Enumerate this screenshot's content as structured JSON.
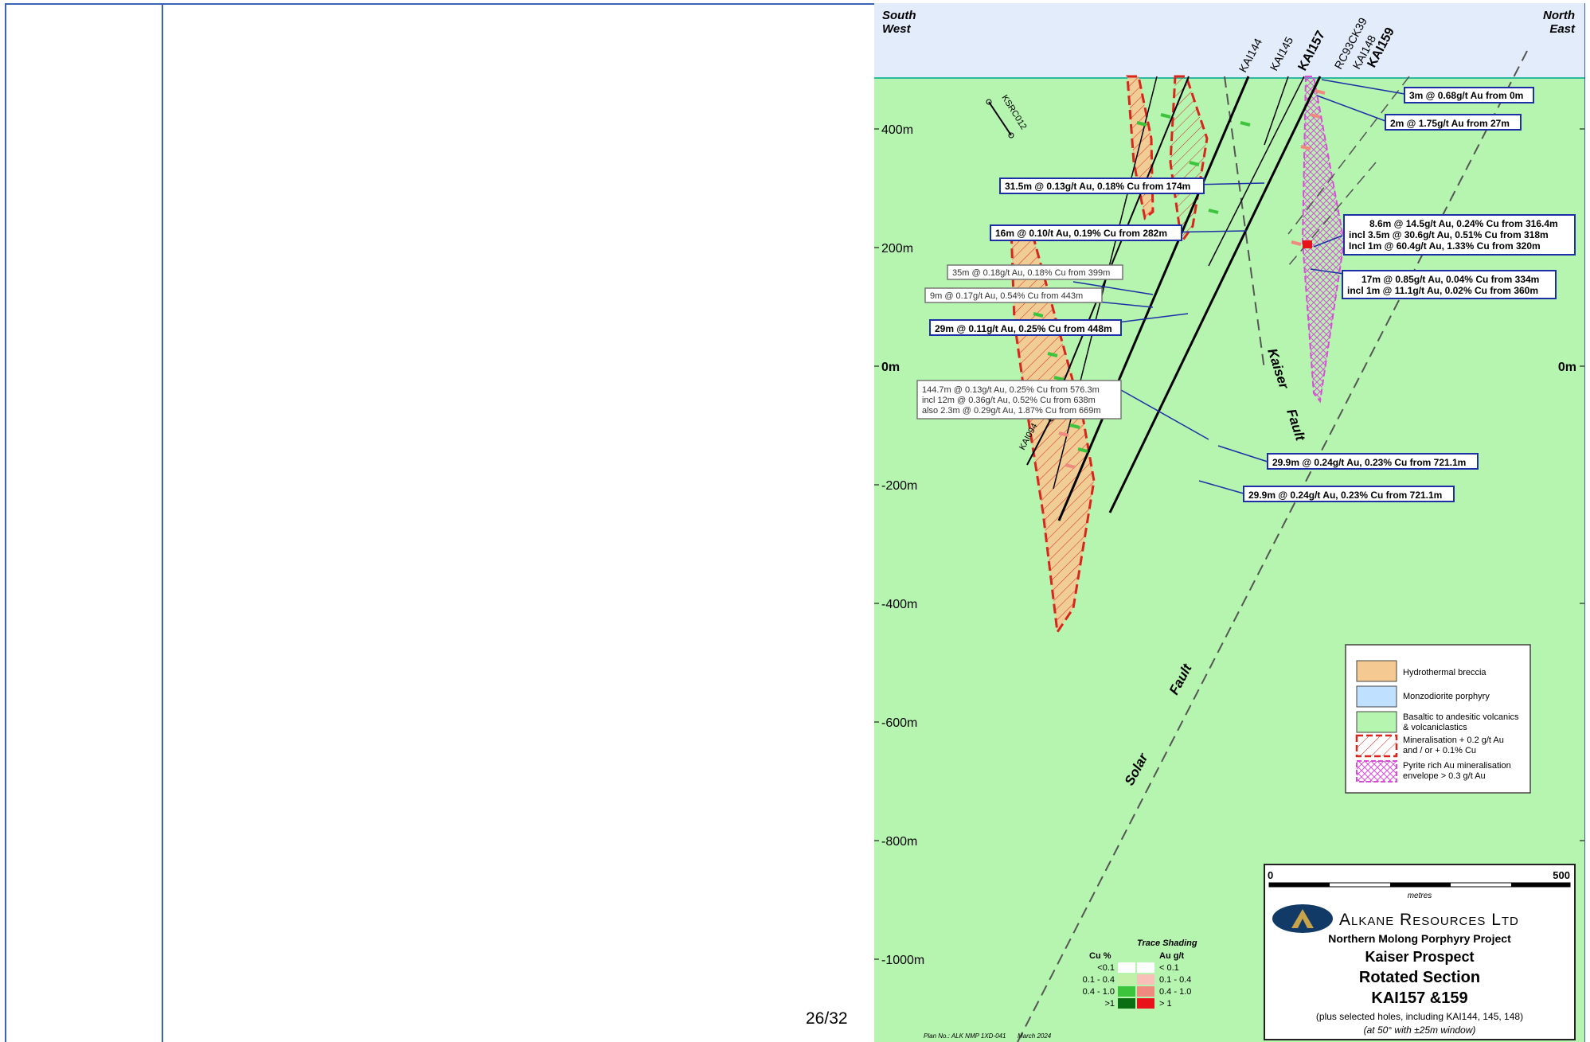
{
  "page_number": "26/32",
  "section": {
    "corner_left": [
      "South",
      "West"
    ],
    "corner_right": [
      "North",
      "East"
    ],
    "elevation_labels": [
      "400m",
      "200m",
      "0m",
      "-200m",
      "-400m",
      "-600m",
      "-800m",
      "-1000m"
    ],
    "right_elevation_label": "0m",
    "holes": [
      "KAI144",
      "KAI145",
      "KAI157",
      "RC93CK39",
      "KAI148",
      "KAI159"
    ],
    "other_holes": [
      "KSRC012",
      "KAI094"
    ],
    "faults": {
      "kaiser": [
        "Kaiser",
        "Fault"
      ],
      "solar": [
        "Solar",
        "Fault"
      ]
    },
    "intercepts_bold": [
      "3m @ 0.68g/t Au from 0m",
      "2m @ 1.75g/t Au from 27m",
      "31.5m @ 0.13g/t Au, 0.18% Cu from 174m",
      "16m @ 0.10/t Au, 0.19% Cu from 282m",
      "29m @ 0.11g/t Au, 0.25% Cu from 448m",
      "29.9m @ 0.24g/t Au, 0.23% Cu from 721.1m",
      "29.9m @ 0.24g/t Au, 0.23% Cu from 721.1m"
    ],
    "intercepts_grey": [
      "35m @ 0.18g/t Au, 0.18% Cu from 399m",
      "9m @ 0.17g/t Au, 0.54% Cu from 443m"
    ],
    "intercept_block_1": [
      "8.6m @ 14.5g/t Au, 0.24% Cu from 316.4m",
      "incl  3.5m @ 30.6g/t Au, 0.51% Cu from 318m",
      "Incl     1m @ 60.4g/t Au, 1.33% Cu from 320m"
    ],
    "intercept_block_2": [
      "17m @ 0.85g/t Au, 0.04% Cu from 334m",
      "incl  1m @ 11.1g/t Au, 0.02% Cu from 360m"
    ],
    "intercept_block_3": [
      "144.7m @ 0.13g/t Au, 0.25% Cu from 576.3m",
      "incl   12m @ 0.36g/t Au, 0.52% Cu from 638m",
      "also 2.3m @ 0.29g/t Au, 1.87% Cu from 669m"
    ],
    "legend": [
      {
        "label": "Hydrothermal breccia",
        "color": "#f5c992"
      },
      {
        "label": "Monzodiorite porphyry",
        "color": "#bfe0ff"
      },
      {
        "label": "Basaltic to andesitic volcanics",
        "label2": "& volcaniclastics",
        "color": "#b6f5b0"
      },
      {
        "label": "Mineralisation + 0.2 g/t Au",
        "label2": "and / or + 0.1% Cu",
        "color": "#d9261c"
      },
      {
        "label": "Pyrite rich Au mineralisation",
        "label2": "envelope > 0.3 g/t Au",
        "color": "#d84ed8"
      }
    ],
    "trace_shading": {
      "title": "Trace Shading",
      "cu_header": "Cu %",
      "au_header": "Au g/t",
      "cu_rows": [
        "<0.1",
        "0.1 - 0.4",
        "0.4 - 1.0",
        ">1"
      ],
      "au_rows": [
        "< 0.1",
        "0.1 - 0.4",
        "0.4 - 1.0",
        "> 1"
      ],
      "cu_colors": [
        "#ffffff",
        "#c2f0a8",
        "#3cc43c",
        "#0a6e12"
      ],
      "au_colors": [
        "#ffffff",
        "#f8c0b8",
        "#f08a80",
        "#e8131a"
      ]
    },
    "title_block": {
      "scale_start": "0",
      "scale_end": "500",
      "scale_unit": "metres",
      "company": "Alkane Resources Ltd",
      "project": "Northern Molong Porphyry Project",
      "prospect": "Kaiser Prospect",
      "section_type": "Rotated Section",
      "holes": "KAI157 &159",
      "note": "(plus selected holes, including KAI144, 145, 148)",
      "window": "(at 50° with ±25m window)"
    },
    "plan_no": "Plan No.: ALK NMP 1XD-041",
    "date": "March 2024",
    "colors": {
      "background": "#b6f5b0",
      "sky": "#e3ecfb",
      "breccia": "#f5c992",
      "mineralisation": "#d9261c",
      "intercept_border": "#1c2fa6",
      "table_border": "#3a63b8"
    }
  }
}
